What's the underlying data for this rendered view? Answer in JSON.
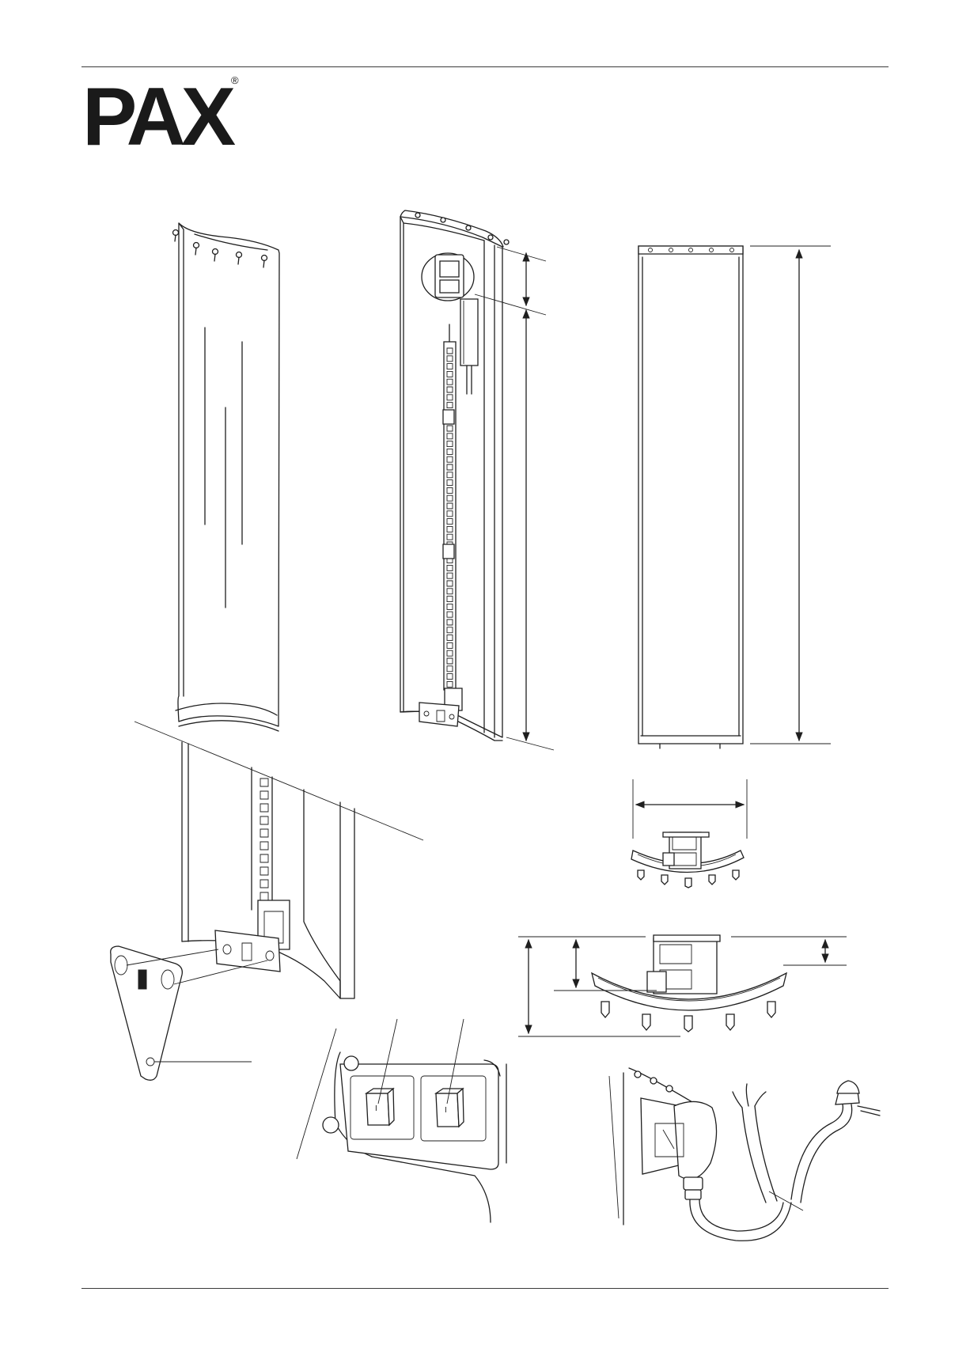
{
  "brand": {
    "logo_text": "PAX",
    "registered_mark": "®"
  },
  "colors": {
    "line": "#1f1f1f",
    "background": "#ffffff"
  },
  "switch_labels": {
    "left": "I",
    "right": "I"
  },
  "icons": [
    "power-switch-icon",
    "plug-icon",
    "cable-icon",
    "dimension-arrow-icon"
  ]
}
